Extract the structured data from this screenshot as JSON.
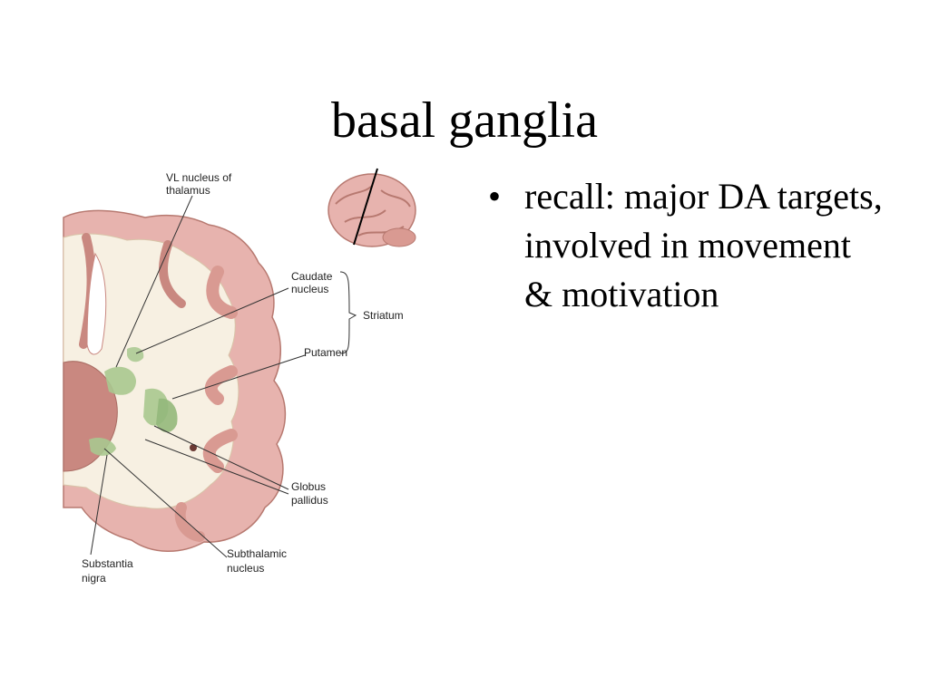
{
  "slide": {
    "title": "basal ganglia",
    "bullets": [
      {
        "marker": "•",
        "text": "recall: major DA targets, involved in movement & motivation"
      }
    ]
  },
  "diagram": {
    "labels": {
      "vl_nucleus": [
        "VL nucleus of",
        "thalamus"
      ],
      "caudate": [
        "Caudate",
        "nucleus"
      ],
      "striatum": "Striatum",
      "putamen": "Putamen",
      "globus": [
        "Globus",
        "pallidus"
      ],
      "subthalamic": [
        "Subthalamic",
        "nucleus"
      ],
      "substantia": [
        "Substantia",
        "nigra"
      ]
    },
    "colors": {
      "tissue": "#e7b3ae",
      "tissue_dark": "#c98880",
      "white_matter": "#f7f0e2",
      "nucleus_green": "#a8c88f"
    }
  }
}
